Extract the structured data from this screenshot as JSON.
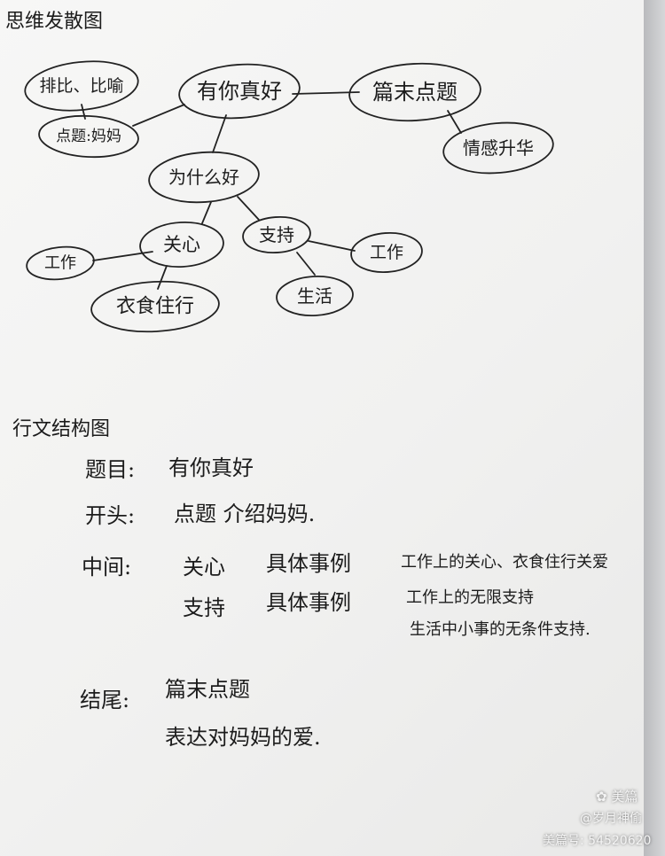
{
  "mindmap": {
    "heading": "思维发散图",
    "nodes": {
      "center": "有你真好",
      "paibi": "排比、比喻",
      "dianti_mama": "点题:妈妈",
      "pianmo": "篇末点题",
      "qinggan": "情感升华",
      "weishenme": "为什么好",
      "guanxin": "关心",
      "zhichi": "支持",
      "gongzuo_left": "工作",
      "gongzuo_right": "工作",
      "yishi": "衣食住行",
      "shenghuo": "生活"
    }
  },
  "structure": {
    "heading": "行文结构图",
    "title_label": "题目:",
    "title_value": "有你真好",
    "opening_label": "开头:",
    "opening_value": "点题  介绍妈妈.",
    "middle_label": "中间:",
    "middle_rows": [
      {
        "point": "关心",
        "method": "具体事例",
        "detail": "工作上的关心、衣食住行关爱"
      },
      {
        "point": "支持",
        "method": "具体事例",
        "detail": "工作上的无限支持"
      }
    ],
    "middle_extra": "生活中小事的无条件支持.",
    "ending_label": "结尾:",
    "ending_value": "篇末点题",
    "ending_extra": "表达对妈妈的爱."
  },
  "watermark": {
    "brand": "美篇",
    "author": "@岁月神偷",
    "id_line": "美篇号: 54520620"
  }
}
